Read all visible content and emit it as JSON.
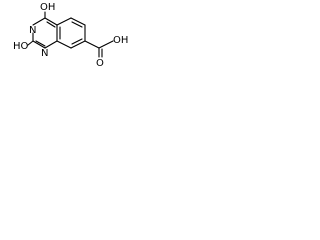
{
  "structure": {
    "labels": {
      "oh_top": "OH",
      "n_ring_upper": "N",
      "ho_left": "HO",
      "n_ring_lower": "N",
      "carboxyl_o": "O",
      "carboxyl_oh": "OH"
    },
    "colors": {
      "bond": "#000000",
      "text": "#000000",
      "background": "#ffffff"
    }
  }
}
